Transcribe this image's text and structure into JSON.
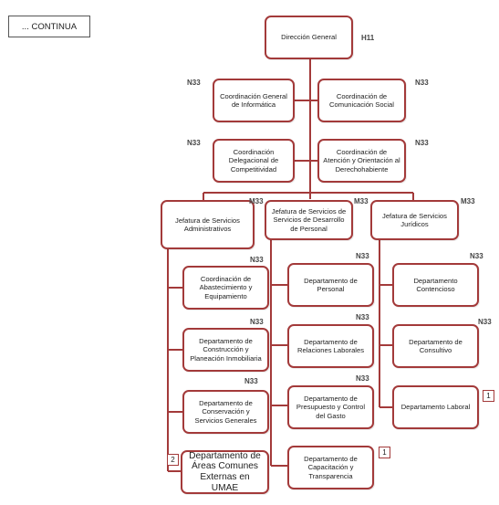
{
  "continua_label": "... CONTINUA",
  "colors": {
    "border": "#a33a3a",
    "line": "#a33a3a"
  },
  "nodes": {
    "direccion": {
      "label": "Dirección General",
      "code": "H11"
    },
    "coord_info": {
      "label": "Coordinación General de Informática",
      "code": "N33"
    },
    "coord_com": {
      "label": "Coordinación de Comunicación Social",
      "code": "N33"
    },
    "coord_deleg": {
      "label": "Coordinación Delegacional de Competitividad",
      "code": "N33"
    },
    "coord_aten": {
      "label": "Coordinación de Atención y Orientación al Derechohabiente",
      "code": "N33"
    },
    "jef_admin": {
      "label": "Jefatura de Servicios Administrativos",
      "code": "M33"
    },
    "jef_desarrollo": {
      "label": "Jefatura de Servicios de Servicios de Desarrollo de Personal",
      "code": "M33"
    },
    "jef_jur": {
      "label": "Jefatura de Servicios Jurídicos",
      "code": "M33"
    },
    "dep_abast": {
      "label": "Coordinación de Abastecimiento y Equipamiento",
      "code": "N33"
    },
    "dep_constr": {
      "label": "Departamento de Construcción y Planeación Inmobiliaria",
      "code": "N33"
    },
    "dep_conserv": {
      "label": "Departamento de Conservación y Servicios Generales",
      "code": "N33"
    },
    "dep_areas": {
      "label": "Departamento de Áreas Comunes Externas en UMAE",
      "badge": "2"
    },
    "dep_personal": {
      "label": "Departamento de Personal",
      "code": "N33"
    },
    "dep_relac": {
      "label": "Departamento de Relaciones Laborales",
      "code": "N33"
    },
    "dep_presup": {
      "label": "Departamento de Presupuesto y Control del Gasto",
      "code": "N33"
    },
    "dep_capac": {
      "label": "Departamento de Capacitación y Transparencia",
      "badge": "1"
    },
    "dep_content": {
      "label": "Departamento Contencioso",
      "code": "N33"
    },
    "dep_consul": {
      "label": "Departamento de Consultivo",
      "code": "N33"
    },
    "dep_laboral": {
      "label": "Departamento Laboral",
      "badge": "1"
    }
  }
}
